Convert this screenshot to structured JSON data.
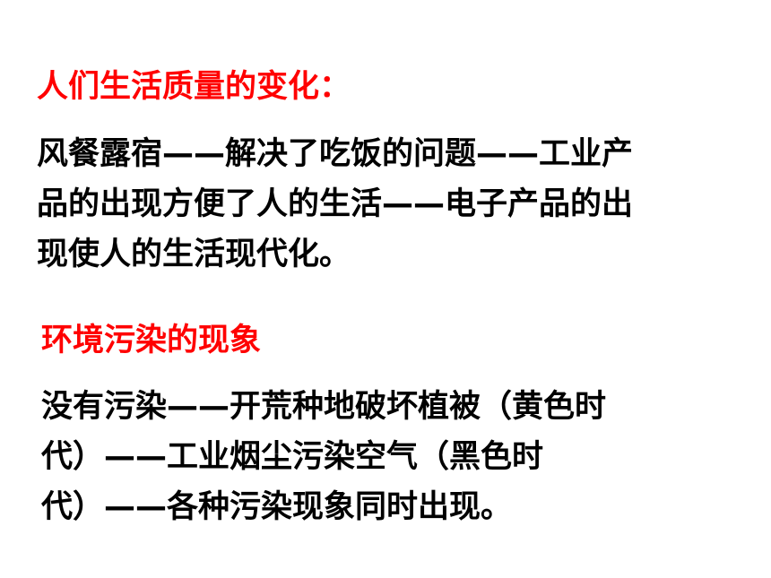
{
  "colors": {
    "heading": "#ff0000",
    "body_text": "#000000",
    "background": "#ffffff"
  },
  "section1": {
    "heading": "人们生活质量的变化：",
    "lines": [
      "风餐露宿——解决了吃饭的问题——工业产",
      "品的出现方便了人的生活——电子产品的出",
      "现使人的生活现代化。"
    ]
  },
  "section2": {
    "heading": "环境污染的现象",
    "lines": [
      "没有污染——开荒种地破坏植被（黄色时",
      "代）——工业烟尘污染空气（黑色时",
      "代）——各种污染现象同时出现。"
    ]
  }
}
